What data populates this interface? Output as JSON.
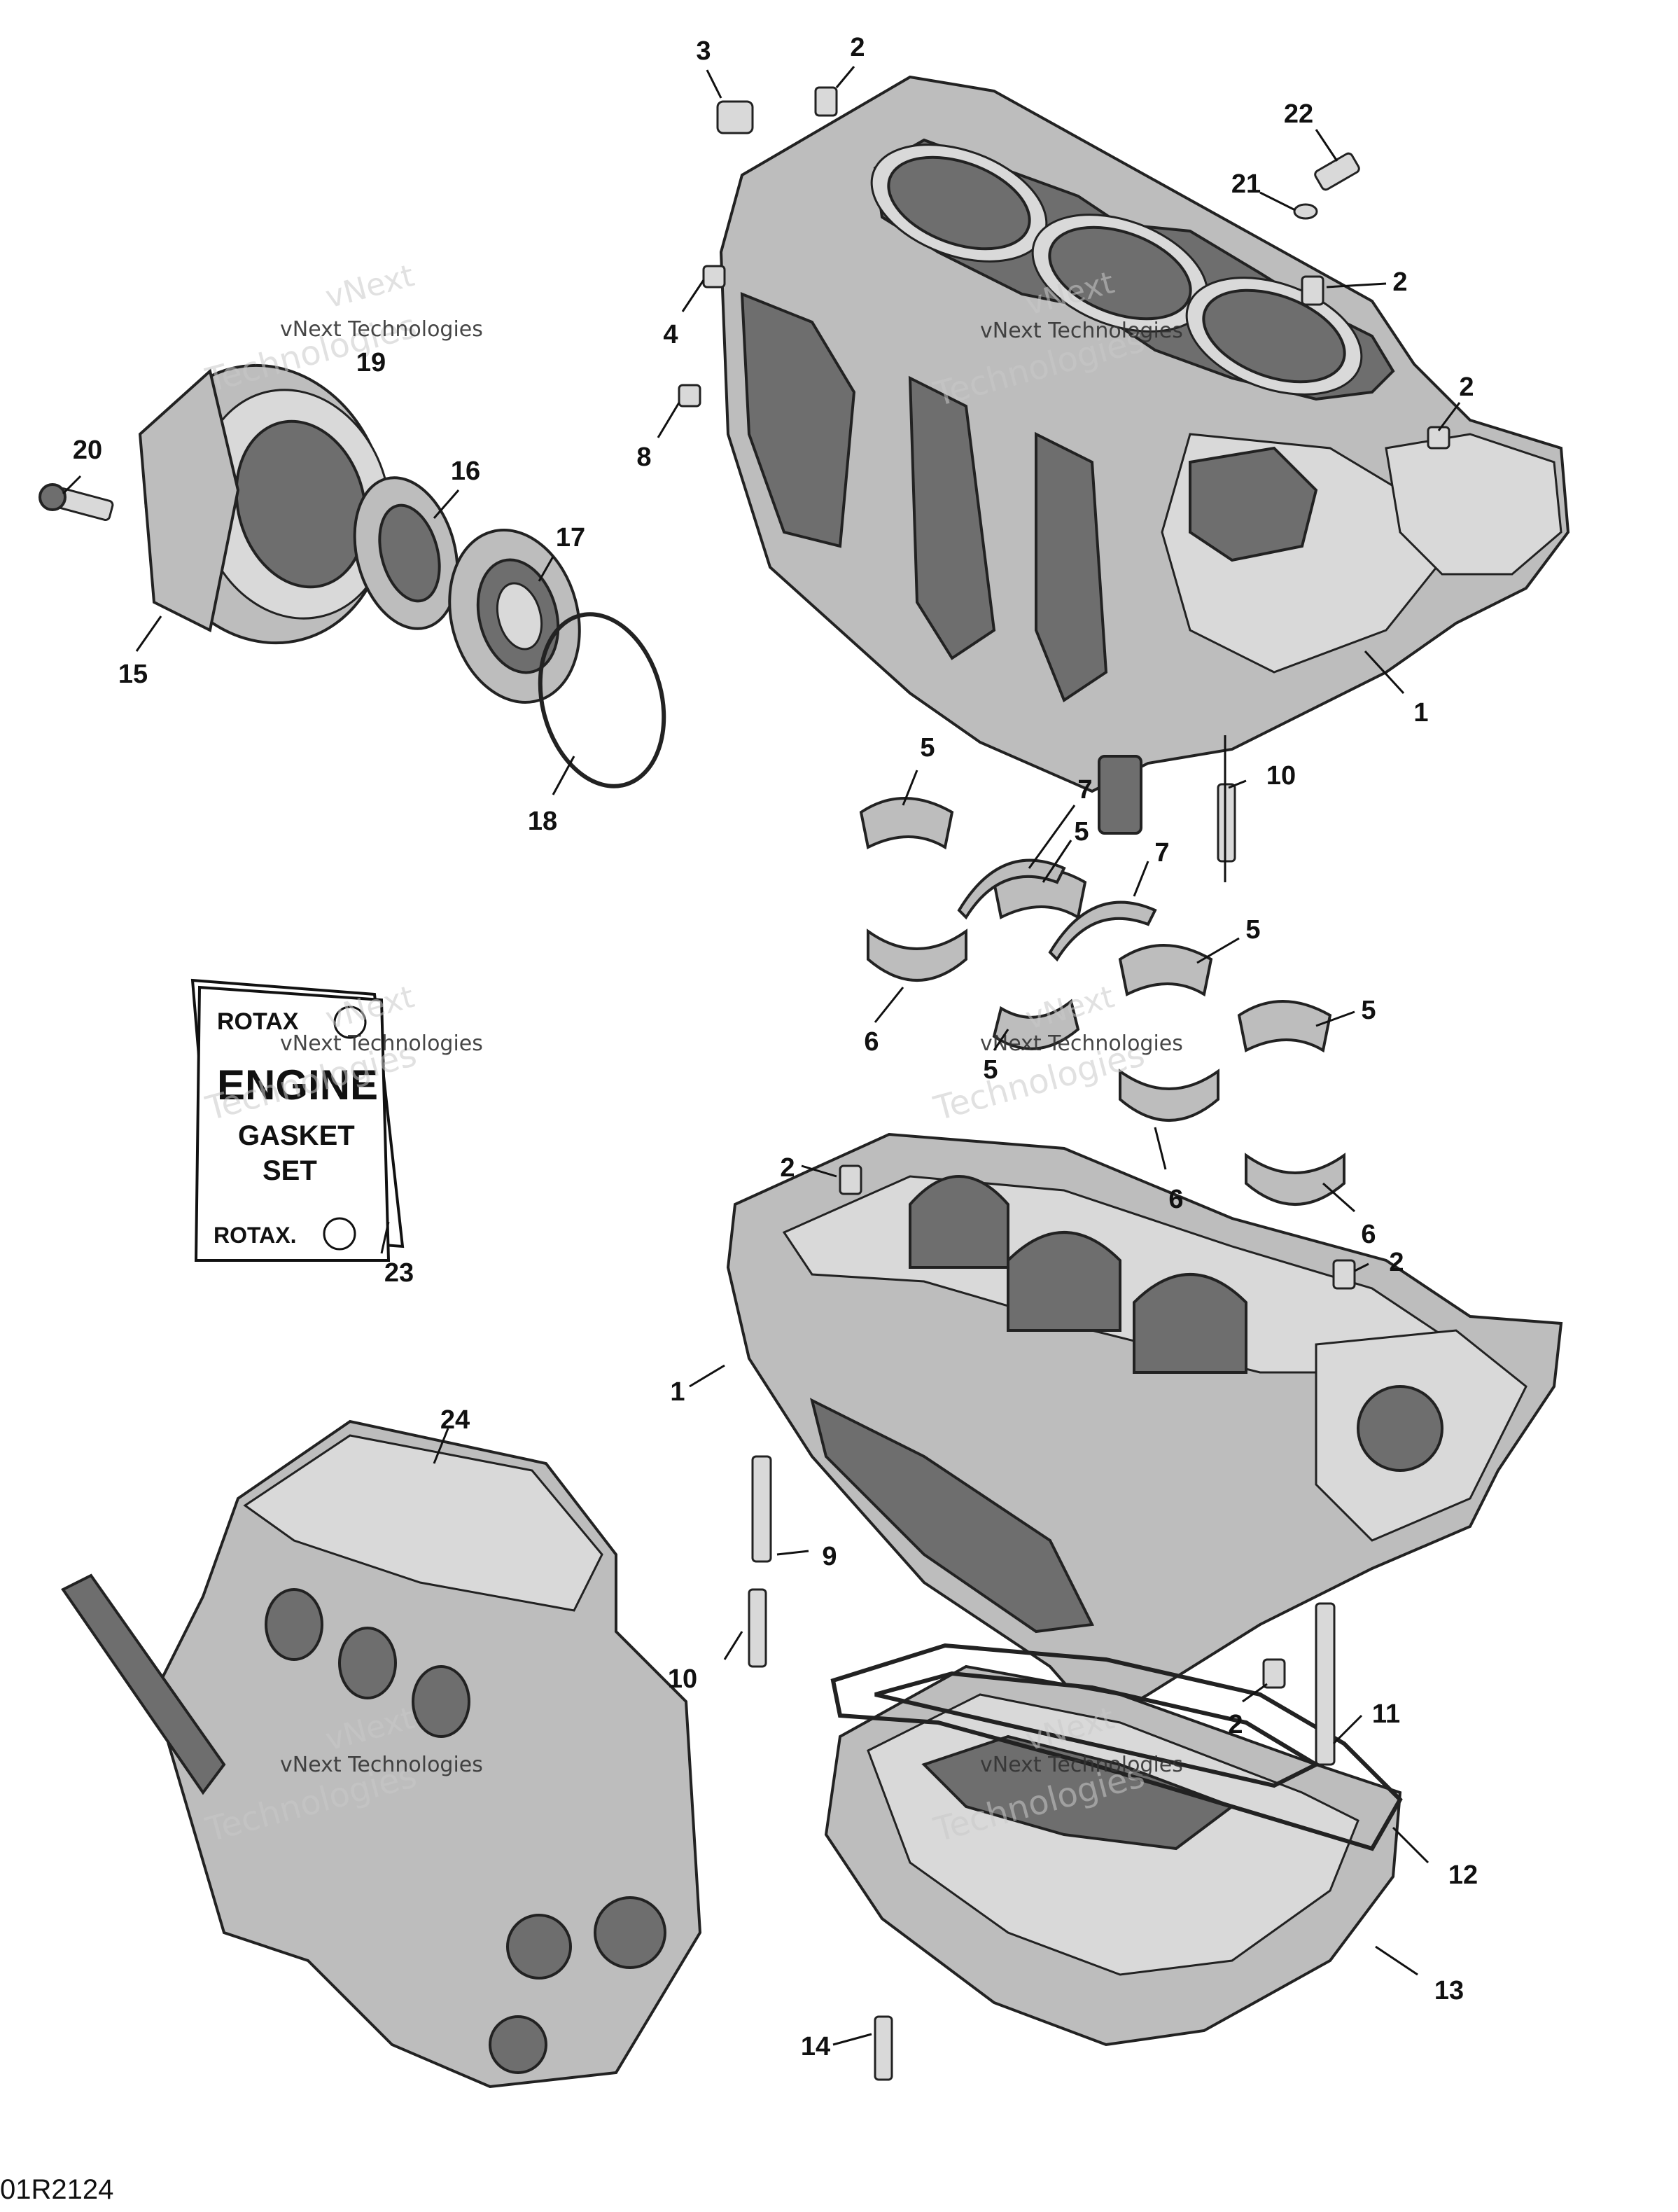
{
  "diagram": {
    "reference_code": "01R2124",
    "watermark_text": [
      "vNext",
      "Technologies",
      "vNext Technologies"
    ],
    "gasket_kit": {
      "brand_top": "ROTAX",
      "line1": "ENGINE",
      "line2": "GASKET",
      "line3": "SET",
      "brand_bottom": "ROTAX."
    },
    "callouts": [
      {
        "id": "c3",
        "label": "3"
      },
      {
        "id": "c2a",
        "label": "2"
      },
      {
        "id": "c22",
        "label": "22"
      },
      {
        "id": "c21",
        "label": "21"
      },
      {
        "id": "c2b",
        "label": "2"
      },
      {
        "id": "c4",
        "label": "4"
      },
      {
        "id": "c2c",
        "label": "2"
      },
      {
        "id": "c8",
        "label": "8"
      },
      {
        "id": "c19",
        "label": "19"
      },
      {
        "id": "c20",
        "label": "20"
      },
      {
        "id": "c16",
        "label": "16"
      },
      {
        "id": "c17",
        "label": "17"
      },
      {
        "id": "c15",
        "label": "15"
      },
      {
        "id": "c1a",
        "label": "1"
      },
      {
        "id": "c5a",
        "label": "5"
      },
      {
        "id": "c10a",
        "label": "10"
      },
      {
        "id": "c7a",
        "label": "7"
      },
      {
        "id": "c5b",
        "label": "5"
      },
      {
        "id": "c7b",
        "label": "7"
      },
      {
        "id": "c18",
        "label": "18"
      },
      {
        "id": "c5c",
        "label": "5"
      },
      {
        "id": "c6a",
        "label": "6"
      },
      {
        "id": "c5d",
        "label": "5"
      },
      {
        "id": "c5e",
        "label": "5"
      },
      {
        "id": "c2d",
        "label": "2"
      },
      {
        "id": "c6b",
        "label": "6"
      },
      {
        "id": "c6c",
        "label": "6"
      },
      {
        "id": "c23",
        "label": "23"
      },
      {
        "id": "c2e",
        "label": "2"
      },
      {
        "id": "c1b",
        "label": "1"
      },
      {
        "id": "c24",
        "label": "24"
      },
      {
        "id": "c9",
        "label": "9"
      },
      {
        "id": "c10b",
        "label": "10"
      },
      {
        "id": "c2f",
        "label": "2"
      },
      {
        "id": "c11",
        "label": "11"
      },
      {
        "id": "c12",
        "label": "12"
      },
      {
        "id": "c13",
        "label": "13"
      },
      {
        "id": "c14",
        "label": "14"
      }
    ]
  }
}
